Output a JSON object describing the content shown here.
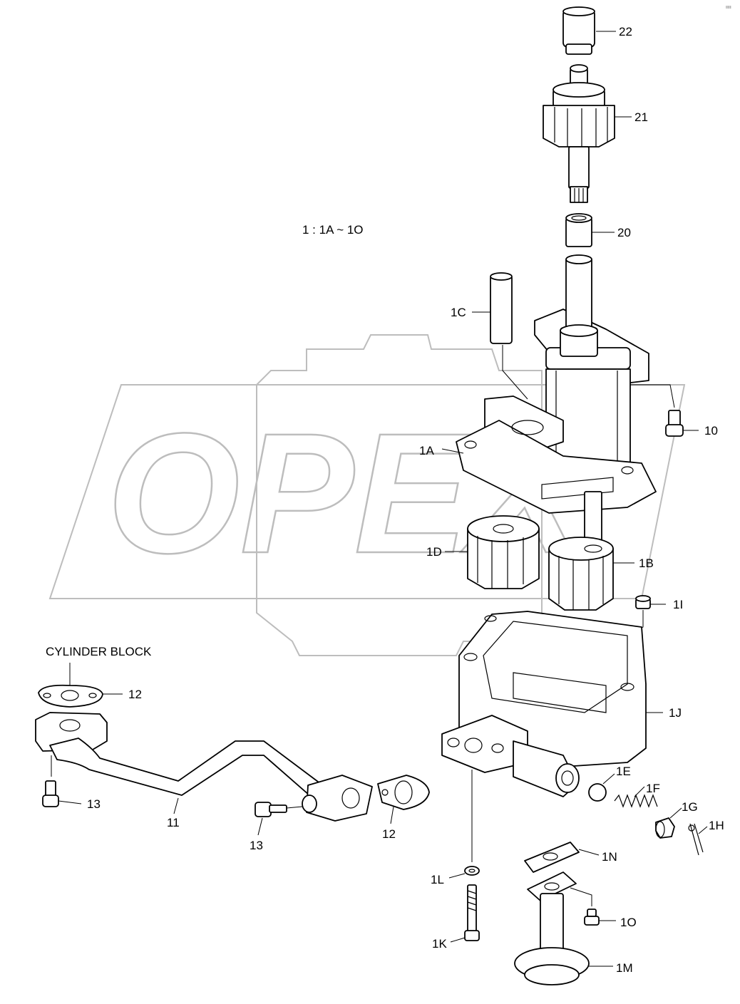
{
  "note": "1 : 1A ~ 1O",
  "watermark": "OPEX",
  "tag": "CYLINDER BLOCK",
  "corner_mark": "ıııı",
  "labels": {
    "p22": "22",
    "p21": "21",
    "p20": "20",
    "p1C": "1C",
    "p10": "10",
    "p1A": "1A",
    "p1D": "1D",
    "p1B": "1B",
    "p1I": "1I",
    "p1J": "1J",
    "p12a": "12",
    "p13a": "13",
    "p11": "11",
    "p13b": "13",
    "p12b": "12",
    "p1E": "1E",
    "p1F": "1F",
    "p1G": "1G",
    "p1H": "1H",
    "p1N": "1N",
    "p1L": "1L",
    "p1O": "1O",
    "p1K": "1K",
    "p1M": "1M"
  },
  "colors": {
    "line": "#000000",
    "watermark": "#bdbdbd",
    "background": "#ffffff"
  }
}
